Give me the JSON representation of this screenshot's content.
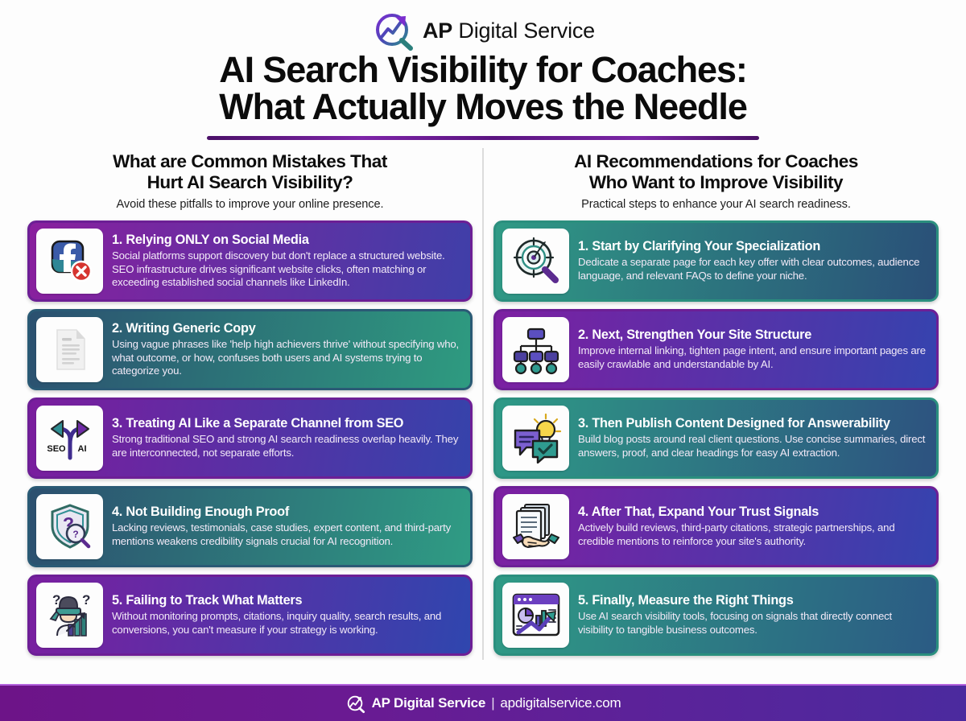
{
  "brand": {
    "logo_icon": "growth-chart-magnifier-icon",
    "name_bold": "AP",
    "name_light": "Digital Service"
  },
  "title": {
    "line1": "AI Search Visibility for Coaches:",
    "line2": "What Actually Moves the Needle",
    "underline_color": "#5a1480"
  },
  "left_column": {
    "heading_line1": "What are Common Mistakes That",
    "heading_line2": "Hurt AI Search Visibility?",
    "subtitle": "Avoid these pitfalls to improve your online presence.",
    "cards": [
      {
        "title": "1. Relying ONLY on Social Media",
        "desc": "Social platforms support discovery but don't replace a structured website. SEO infrastructure drives significant website clicks, often matching or exceeding established social channels like LinkedIn.",
        "icon": "facebook-blocked-icon",
        "gradient_from": "#8a1f9e",
        "gradient_to": "#3f3fa8",
        "border": "#6c1f95"
      },
      {
        "title": "2. Writing Generic Copy",
        "desc": "Using vague phrases like 'help high achievers thrive' without specifying who, what outcome, or how, confuses both users and AI systems trying to categorize you.",
        "icon": "document-text-icon",
        "gradient_from": "#2b5070",
        "gradient_to": "#2e9b80",
        "border": "#2a5a75"
      },
      {
        "title": "3. Treating  AI Like a Separate Channel from SEO",
        "desc": "Strong traditional SEO and strong AI search readiness overlap heavily. They are interconnected, not separate efforts.",
        "icon": "seo-ai-fork-arrows-icon",
        "gradient_from": "#7b1d9e",
        "gradient_to": "#3543ab",
        "border": "#6d1f96"
      },
      {
        "title": "4. Not Building Enough Proof",
        "desc": "Lacking reviews, testimonials, case studies, expert content, and third-party mentions weakens credibility signals crucial for AI recognition.",
        "icon": "shield-question-magnifier-icon",
        "gradient_from": "#2c4f6f",
        "gradient_to": "#2f9c84",
        "border": "#2a5a75"
      },
      {
        "title": "5. Failing to Track What Matters",
        "desc": "Without monitoring prompts, citations, inquiry quality, search results, and conversions, you can't measure if your strategy is working.",
        "icon": "blindfolded-person-chart-icon",
        "gradient_from": "#7a1fa0",
        "gradient_to": "#2f46ae",
        "border": "#6d1f96"
      }
    ]
  },
  "right_column": {
    "heading_line1": "AI Recommendations for Coaches",
    "heading_line2": "Who Want to Improve Visibility",
    "subtitle": "Practical steps to enhance your AI search readiness.",
    "cards": [
      {
        "title": "1. Start by Clarifying Your Specialization",
        "desc": "Dedicate a separate page for each key offer with clear outcomes, audience language, and relevant FAQs to define your niche.",
        "icon": "target-magnifier-icon",
        "gradient_from": "#2f9a85",
        "gradient_to": "#2a4f78",
        "border": "#2b8f7e"
      },
      {
        "title": "2. Next, Strengthen Your Site Structure",
        "desc": "Improve internal linking, tighten page intent, and ensure important pages are easily crawlable and understandable by AI.",
        "icon": "site-hierarchy-tree-icon",
        "gradient_from": "#7d1fa2",
        "gradient_to": "#3543ae",
        "border": "#6d1f96"
      },
      {
        "title": "3. Then Publish Content Designed for Answerability",
        "desc": "Build blog posts around real client questions. Use concise summaries, direct answers, proof, and clear headings for easy AI extraction.",
        "icon": "chat-lightbulb-idea-icon",
        "gradient_from": "#2e9a86",
        "gradient_to": "#2d5280",
        "border": "#2b8f7e"
      },
      {
        "title": "4. After That, Expand Your Trust Signals",
        "desc": "Actively build reviews, third-party citations, strategic partnerships, and credible mentions to reinforce your site's authority.",
        "icon": "handshake-documents-icon",
        "gradient_from": "#7d1fa2",
        "gradient_to": "#3543ae",
        "border": "#6d1f96"
      },
      {
        "title": "5. Finally, Measure the Right Things",
        "desc": "Use AI search visibility tools, focusing on signals that directly connect visibility to tangible business outcomes.",
        "icon": "analytics-dashboard-icon",
        "gradient_from": "#2f9a85",
        "gradient_to": "#2b5b84",
        "border": "#2b8f7e"
      }
    ]
  },
  "footer": {
    "logo_icon": "growth-chart-magnifier-icon",
    "brand": "AP Digital Service",
    "separator": "|",
    "url": "apdigitalservice.com"
  }
}
